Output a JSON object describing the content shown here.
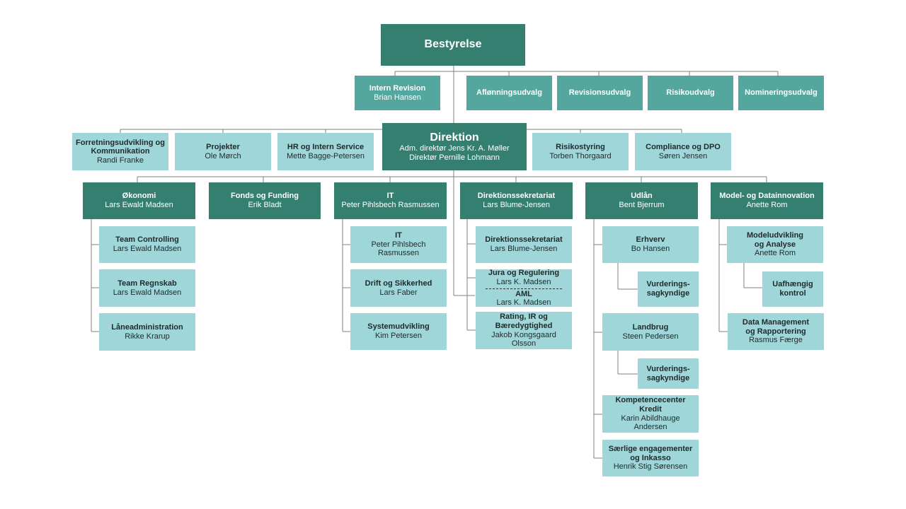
{
  "board": {
    "title": "Bestyrelse"
  },
  "intern_revision": {
    "title": "Intern Revision",
    "name": "Brian Hansen"
  },
  "committees": [
    "Aflønningsudvalg",
    "Revisionsudvalg",
    "Risikoudvalg",
    "Nomineringsudvalg"
  ],
  "direktion": {
    "title": "Direktion",
    "line1": "Adm. direktør Jens Kr. A. Møller",
    "line2": "Direktør Pernille Lohmann"
  },
  "staff": [
    {
      "title": "Forretningsudvikling og Kommunikation",
      "name": "Randi Franke"
    },
    {
      "title": "Projekter",
      "name": "Ole Mørch"
    },
    {
      "title": "HR og Intern Service",
      "name": "Mette  Bagge-Petersen"
    },
    {
      "title": "Risikostyring",
      "name": "Torben Thorgaard"
    },
    {
      "title": "Compliance og DPO",
      "name": "Søren Jensen"
    }
  ],
  "departments": [
    {
      "title": "Økonomi",
      "name": "Lars Ewald Madsen"
    },
    {
      "title": "Fonds og Funding",
      "name": "Erik Bladt"
    },
    {
      "title": "IT",
      "name": "Peter Pihlsbech Rasmussen"
    },
    {
      "title": "Direktionssekretariat",
      "name": "Lars Blume-Jensen"
    },
    {
      "title": "Udlån",
      "name": "Bent Bjerrum"
    },
    {
      "title": "Model- og Datainnovation",
      "name": "Anette Rom"
    }
  ],
  "okonomi_units": [
    {
      "title": "Team Controlling",
      "name": "Lars Ewald Madsen"
    },
    {
      "title": "Team Regnskab",
      "name": "Lars Ewald Madsen"
    },
    {
      "title": "Låneadministration",
      "name": "Rikke Krarup"
    }
  ],
  "it_units": [
    {
      "title": "IT",
      "name": "Peter Pihlsbech Rasmussen"
    },
    {
      "title": "Drift og Sikkerhed",
      "name": "Lars Faber"
    },
    {
      "title": "Systemudvikling",
      "name": "Kim Petersen"
    }
  ],
  "sekretariat_units": {
    "first": {
      "title": "Direktionssekretariat",
      "name": "Lars Blume-Jensen"
    },
    "jura": {
      "title": "Jura og Regulering",
      "name": "Lars K. Madsen"
    },
    "aml": {
      "title": "AML",
      "name": "Lars K. Madsen"
    },
    "rating": {
      "title": "Rating, IR og Bæredygtighed",
      "name": "Jakob Kongsgaard Olsson"
    }
  },
  "udlan_units": {
    "erhverv": {
      "title": "Erhverv",
      "name": "Bo Hansen"
    },
    "vurd1": {
      "title": "Vurderings-sagkyndige"
    },
    "landbrug": {
      "title": "Landbrug",
      "name": "Steen Pedersen"
    },
    "vurd2": {
      "title": "Vurderings-sagkyndige"
    },
    "kompetence": {
      "title": "Kompetencecenter Kredit",
      "name": "Karin Abildhauge Andersen"
    },
    "saerlige": {
      "title": "Særlige engagementer og Inkasso",
      "name": "Henrik Stig Sørensen"
    }
  },
  "model_units": {
    "modeludvikling": {
      "title": "Modeludvikling og Analyse",
      "name": "Anette Rom"
    },
    "uafhaengig": {
      "title": "Uafhængig kontrol"
    },
    "datamanagement": {
      "title": "Data Management og Rapportering",
      "name": "Rasmus Færge"
    }
  },
  "colors": {
    "dark": "#357f71",
    "mid": "#54a79e",
    "light": "#9fd6d9",
    "line": "#7f7f7f"
  }
}
